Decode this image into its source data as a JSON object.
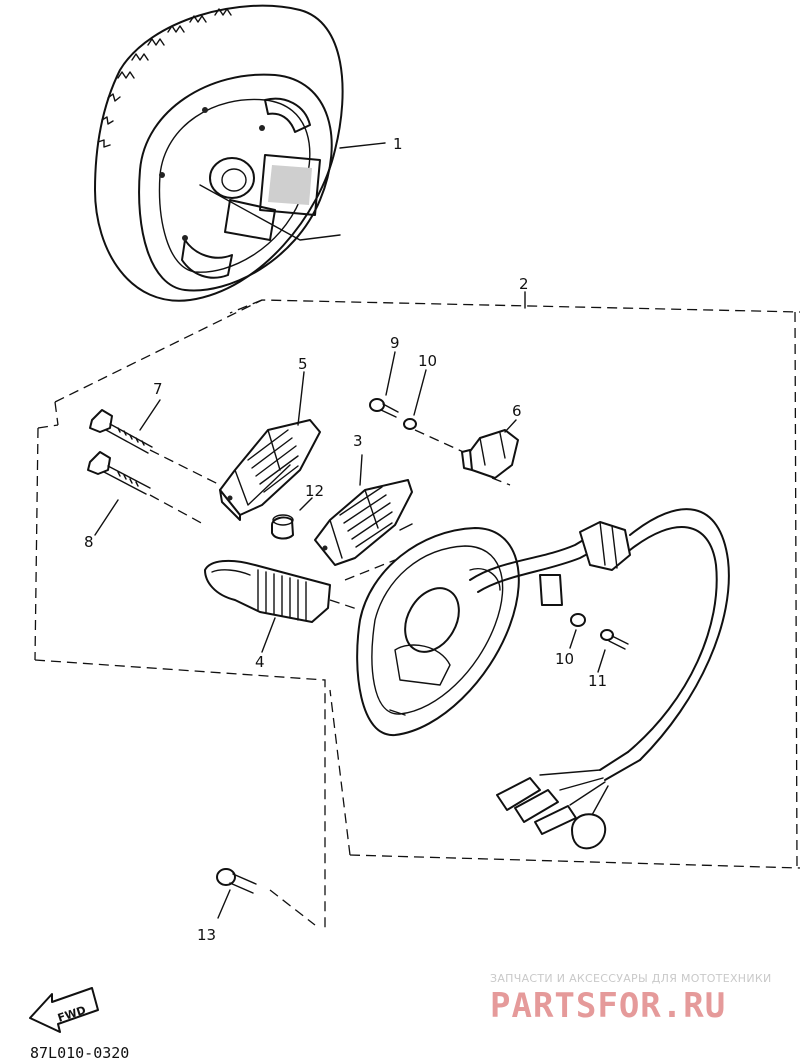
{
  "callouts": {
    "c1": "1",
    "c2": "2",
    "c3": "3",
    "c4": "4",
    "c5": "5",
    "c6": "6",
    "c7": "7",
    "c8": "8",
    "c9": "9",
    "c10a": "10",
    "c10b": "10",
    "c11": "11",
    "c12": "12",
    "c13": "13"
  },
  "direction_arrow": {
    "label": "FWD"
  },
  "part_code": "87L010-0320",
  "watermark": {
    "tagline": "ЗАПЧАСТИ И АКСЕССУАРЫ ДЛЯ МОТОТЕХНИКИ",
    "logo": "PARTSFOR.RU"
  },
  "colors": {
    "ink": "#111111",
    "watermark_logo": "#e59a9a",
    "watermark_text": "#c9c9c9"
  }
}
